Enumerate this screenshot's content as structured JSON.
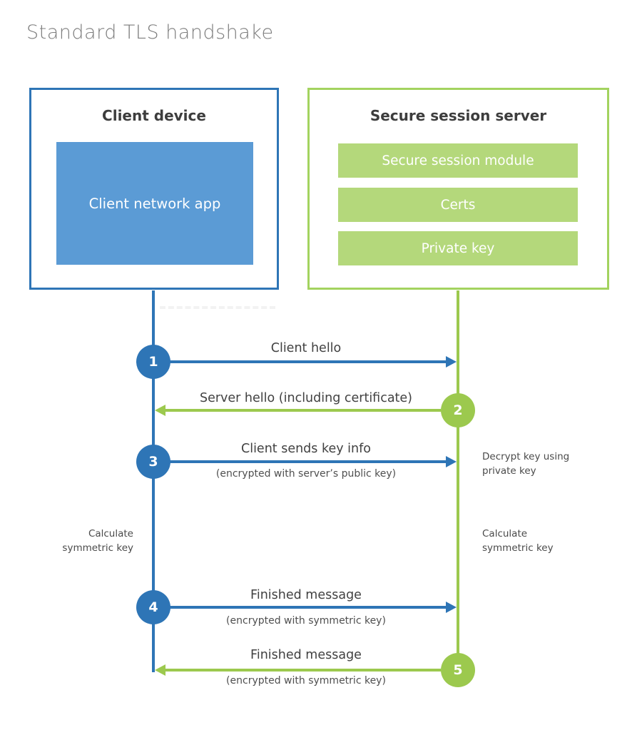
{
  "title": "Standard TLS handshake",
  "colors": {
    "blue": "#2e75b6",
    "blue-light": "#5b9bd5",
    "green": "#9cc94e",
    "green-border": "#a3d35f",
    "green-light": "#b4d87b"
  },
  "client": {
    "title": "Client device",
    "app": "Client network app"
  },
  "server": {
    "title": "Secure session server",
    "modules": [
      "Secure session module",
      "Certs",
      "Private key"
    ]
  },
  "messages": [
    {
      "num": "1",
      "label": "Client hello",
      "sub": ""
    },
    {
      "num": "2",
      "label": "Server hello (including certificate)",
      "sub": ""
    },
    {
      "num": "3",
      "label": "Client sends key info",
      "sub": "(encrypted with server’s public key)"
    },
    {
      "num": "4",
      "label": "Finished message",
      "sub": "(encrypted with symmetric key)"
    },
    {
      "num": "5",
      "label": "Finished message",
      "sub": "(encrypted with symmetric key)"
    }
  ],
  "notes": {
    "decrypt": "Decrypt key using private key",
    "calc_left": "Calculate symmetric key",
    "calc_right": "Calculate symmetric key"
  }
}
